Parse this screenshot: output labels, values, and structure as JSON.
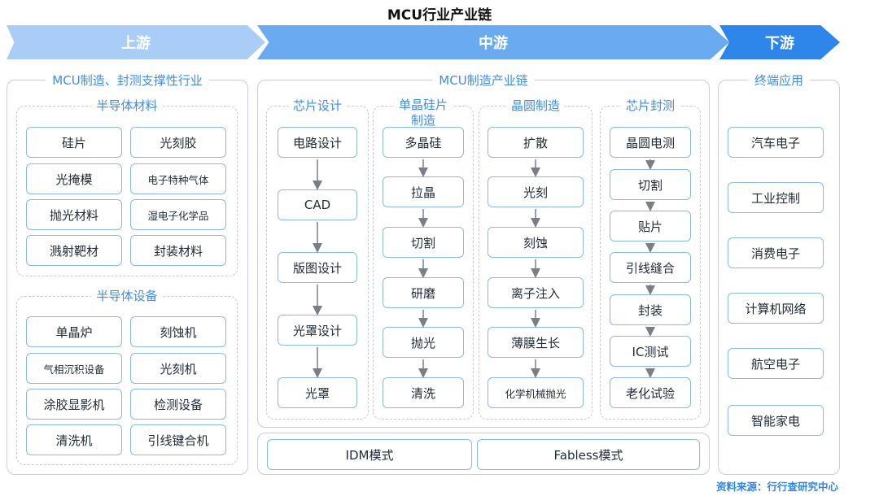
{
  "title": "MCU行业产业链",
  "banners": {
    "upstream": "上游",
    "midstream": "中游",
    "downstream": "下游"
  },
  "upstream": {
    "label": "MCU制造、封测支撑性行业",
    "materials": {
      "label": "半导体材料",
      "items": [
        "硅片",
        "光刻胶",
        "光掩模",
        "电子特种气体",
        "抛光材料",
        "湿电子化学品",
        "溅射靶材",
        "封装材料"
      ]
    },
    "equipment": {
      "label": "半导体设备",
      "items": [
        "单晶炉",
        "刻蚀机",
        "气相沉积设备",
        "光刻机",
        "涂胶显影机",
        "检测设备",
        "清洗机",
        "引线键合机"
      ]
    }
  },
  "midstream": {
    "label": "MCU制造产业链",
    "columns": [
      {
        "label": "芯片设计",
        "steps": [
          "电路设计",
          "CAD",
          "版图设计",
          "光罩设计",
          "光罩"
        ]
      },
      {
        "label": "单晶硅片\n制造",
        "steps": [
          "多晶硅",
          "拉晶",
          "切割",
          "研磨",
          "抛光",
          "清洗"
        ]
      },
      {
        "label": "晶圆制造",
        "steps": [
          "扩散",
          "光刻",
          "刻蚀",
          "离子注入",
          "薄膜生长",
          "化学机械抛光"
        ]
      },
      {
        "label": "芯片封测",
        "steps": [
          "晶圆电测",
          "切割",
          "贴片",
          "引线缝合",
          "封装",
          "IC测试",
          "老化试验"
        ]
      }
    ],
    "modes": [
      "IDM模式",
      "Fabless模式"
    ]
  },
  "downstream": {
    "label": "终端应用",
    "items": [
      "汽车电子",
      "工业控制",
      "消费电子",
      "计算机网络",
      "航空电子",
      "智能家电"
    ]
  },
  "source": "资料来源：行行查研究中心",
  "colors": {
    "accent": "#3e8de3",
    "box_border": "#8ab8ea",
    "panel_border": "#c9ced4"
  }
}
